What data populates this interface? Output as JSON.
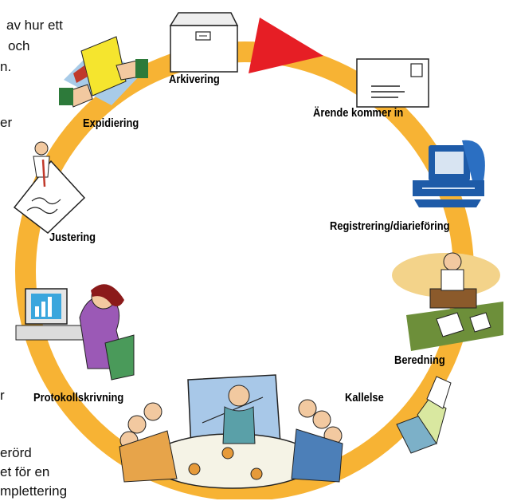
{
  "background_text": {
    "line1": "av hur ett",
    "line2": "och",
    "line3": "n.",
    "line4": "er",
    "line5": "r",
    "line6": "erörd",
    "line7": "et för en",
    "line8": "mplettering"
  },
  "steps": [
    {
      "label": "Arkivering",
      "icon": "file-cabinet-icon"
    },
    {
      "label": "Ärende kommer in",
      "icon": "envelope-icon"
    },
    {
      "label": "Registrering/diarieföring",
      "icon": "computer-icon"
    },
    {
      "label": "Beredning",
      "icon": "desk-worker-icon"
    },
    {
      "label": "Kallelse",
      "icon": "mailbox-icon"
    },
    {
      "label": "Protokollskrivning",
      "icon": "typist-icon"
    },
    {
      "label": "Justering",
      "icon": "signing-document-icon"
    },
    {
      "label": "Expidiering",
      "icon": "handing-papers-icon"
    }
  ],
  "decorations": [
    "meeting-icon",
    "direction-arrow-icon"
  ],
  "colors": {
    "ring": "#f7b334",
    "arrow": "#e61e25",
    "label": "#000000"
  }
}
